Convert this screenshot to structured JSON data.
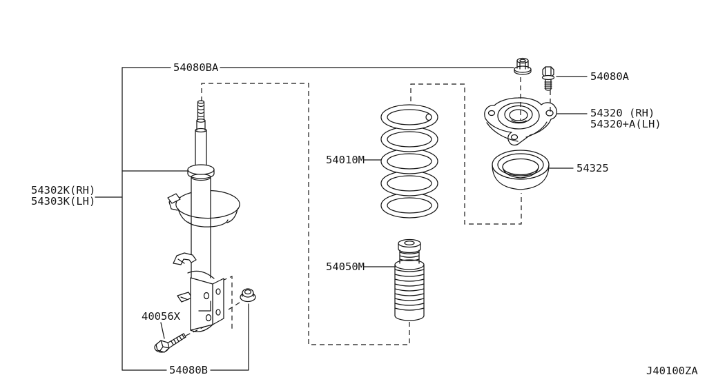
{
  "colors": {
    "background": "#ffffff",
    "line": "#151515"
  },
  "labels": {
    "top_nut": "54080BA",
    "strut_rh": "54302K(RH)",
    "strut_lh": "54303K(LH)",
    "lower_bolt": "40056X",
    "lower_nut": "54080B",
    "coil_spring": "54010M",
    "bound_bumper": "54050M",
    "mount_bolt": "54080A",
    "mount_rh": "54320 (RH)",
    "mount_lh": "54320+A(LH)",
    "bearing_seat": "54325",
    "drawing_code": "J40100ZA"
  }
}
